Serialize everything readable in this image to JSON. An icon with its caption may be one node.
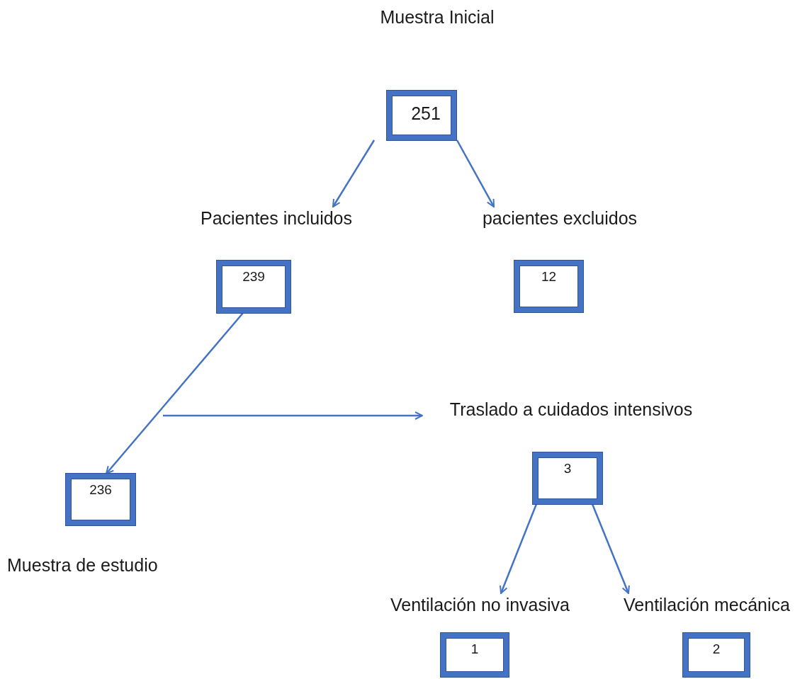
{
  "diagram": {
    "nodes": [
      {
        "text": [
          "Muestra Inicial",
          "251"
        ]
      },
      {
        "text": [
          "Pacientes incluidos",
          "239"
        ]
      },
      {
        "text": [
          "pacientes excluidos",
          "12"
        ]
      },
      {
        "text": [
          "236"
        ],
        "beside": [
          "Muestra de estudio"
        ]
      },
      {
        "text": [
          "Traslado a cuidados intensivos",
          "3"
        ]
      },
      {
        "text": [
          "Ventilación no invasiva",
          "1"
        ]
      },
      {
        "text": [
          "Ventilación mecánica",
          "2"
        ]
      }
    ],
    "edges": [
      {
        "from": 0,
        "to": 1,
        "arrow": "to"
      },
      {
        "from": 0,
        "to": 2,
        "arrow": "to"
      },
      {
        "from": 1,
        "to": 3,
        "arrow": "to"
      },
      {
        "from": null,
        "to": 4,
        "arrow": "to"
      },
      {
        "from": 4,
        "to": 5,
        "arrow": "to"
      },
      {
        "from": 4,
        "to": 6,
        "arrow": "to"
      }
    ]
  }
}
